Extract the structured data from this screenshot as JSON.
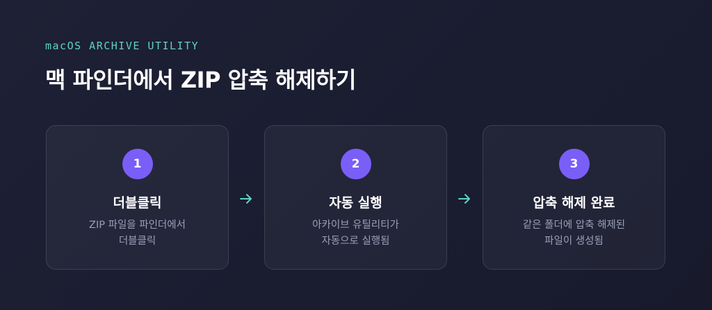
{
  "eyebrow": "macOS ARCHIVE UTILITY",
  "title": "맥 파인더에서 ZIP 압축 해제하기",
  "accent_color": "#5ed3c3",
  "badge_color": "#7a5ef8",
  "steps": [
    {
      "number": "1",
      "title": "더블클릭",
      "description": "ZIP 파일을 파인더에서\n더블클릭"
    },
    {
      "number": "2",
      "title": "자동 실행",
      "description": "아카이브 유틸리티가\n자동으로 실행됨"
    },
    {
      "number": "3",
      "title": "압축 해제 완료",
      "description": "같은 폴더에 압축 해제된\n파일이 생성됨"
    }
  ],
  "connector_icon": "arrow-right-icon"
}
